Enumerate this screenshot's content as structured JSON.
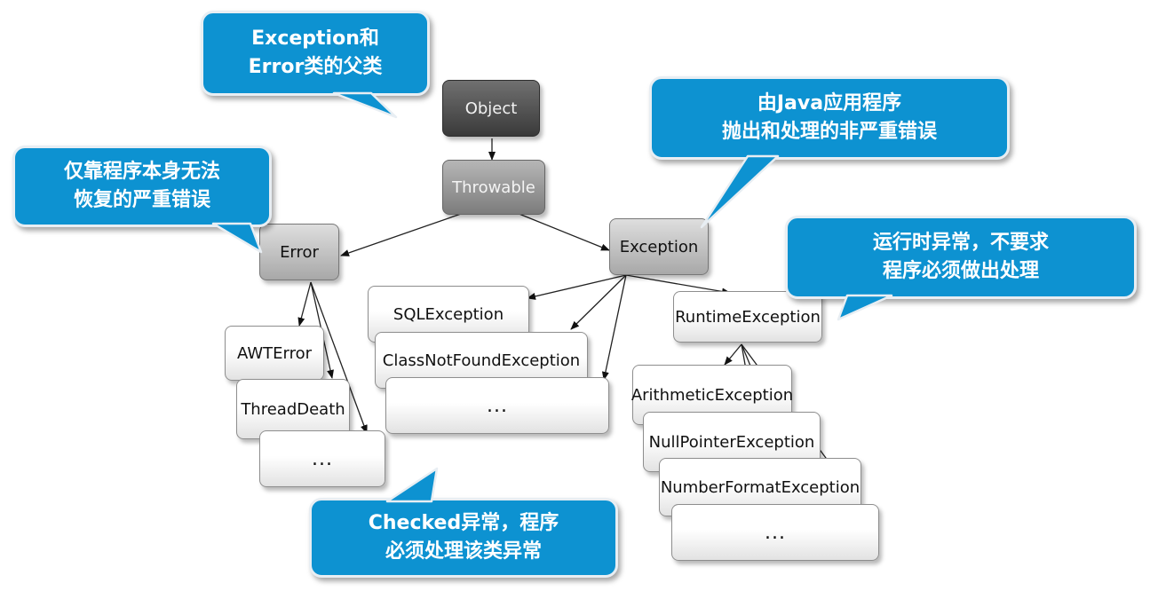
{
  "nodes": {
    "object": "Object",
    "throwable": "Throwable",
    "error": "Error",
    "exception": "Exception",
    "awt_error": "AWTError",
    "thread_death": "ThreadDeath",
    "error_more": "...",
    "sql_exception": "SQLException",
    "class_not_found": "ClassNotFoundException",
    "checked_more": "...",
    "runtime_exception": "RuntimeException",
    "arithmetic_exception": "ArithmeticException",
    "null_pointer_exception": "NullPointerException",
    "number_format_exception": "NumberFormatException",
    "runtime_more": "..."
  },
  "callouts": {
    "parent": "Exception和\nError类的父类",
    "error_note": "仅靠程序本身无法\n恢复的严重错误",
    "exception_note": "由Java应用程序\n抛出和处理的非严重错误",
    "runtime_note": "运行时异常，不要求\n程序必须做出处理",
    "checked_note": "Checked异常，程序\n必须处理该类异常"
  },
  "colors": {
    "callout_fill": "#0d92d1",
    "callout_text": "#ffffff"
  }
}
